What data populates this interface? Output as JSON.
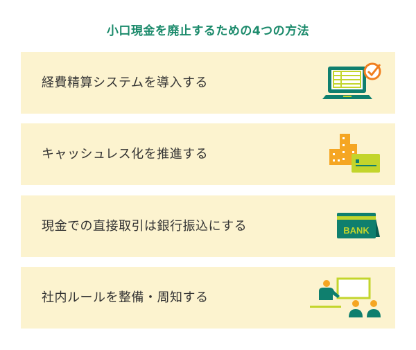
{
  "title": "小口現金を廃止するための4つの方法",
  "items": [
    {
      "label": "経費精算システムを導入する",
      "icon": "laptop-checkmark-icon"
    },
    {
      "label": "キャッシュレス化を推進する",
      "icon": "building-card-icon"
    },
    {
      "label": "現金での直接取引は銀行振込にする",
      "icon": "bank-sign-icon",
      "icon_text": "BANK"
    },
    {
      "label": "社内ルールを整備・周知する",
      "icon": "presentation-icon"
    }
  ],
  "colors": {
    "accent": "#1b8a6b",
    "card": "#fcf3cf",
    "orange": "#f5a623",
    "lime": "#c3d52c"
  }
}
